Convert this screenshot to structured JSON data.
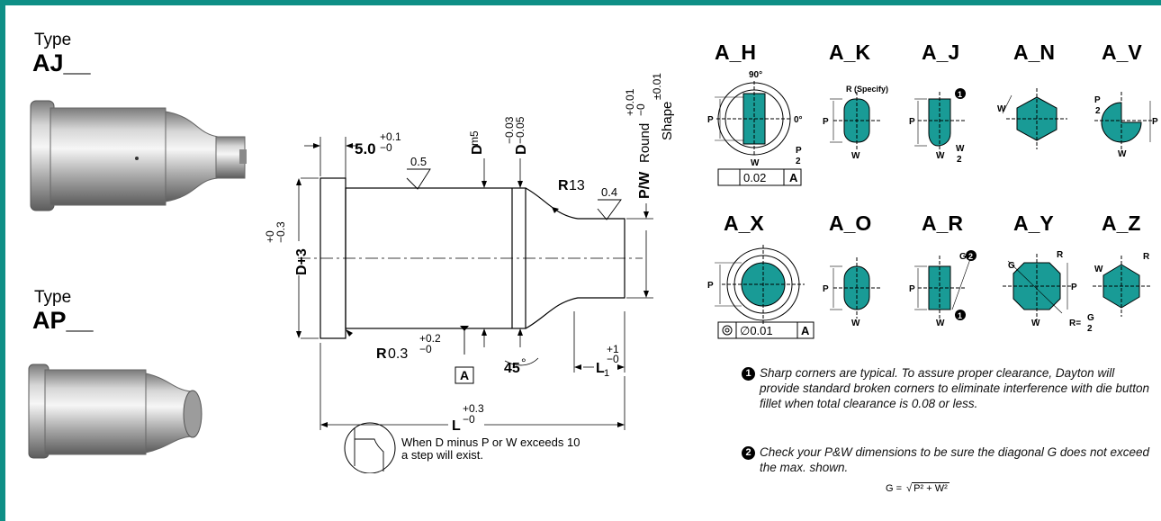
{
  "colors": {
    "frame": "#0f8f86",
    "punch_fill": "#199b96"
  },
  "types": [
    {
      "word": "Type",
      "code": "AJ__"
    },
    {
      "word": "Type",
      "code": "AP__"
    }
  ],
  "drawing": {
    "head_len": "5.0",
    "head_tol_upper": "+0.1",
    "head_tol_lower": "−0",
    "finish_1": "0.5",
    "finish_2": "0.4",
    "d_label": "D",
    "d_fit": "m5",
    "d_tol_upper": "−0.03",
    "d_tol_lower": "−0.05",
    "pw_label": "P/W",
    "round_label": "Round",
    "round_tol_upper": "+0.01",
    "round_tol_lower": "−0",
    "shape_label": "Shape",
    "shape_tol": "±0.01",
    "radius_r": "R",
    "radius_value": "13",
    "d3_label": "D+3",
    "d3_tol_upper": "+0",
    "d3_tol_lower": "−0.3",
    "fillet_r": "R",
    "fillet_value": "0.3",
    "fillet_tol_upper": "+0.2",
    "fillet_tol_lower": "−0",
    "datum": "A",
    "angle_value": "45",
    "angle_unit": "°",
    "l1_label": "L",
    "l1_sub": "1",
    "l1_tol_upper": "+1",
    "l1_tol_lower": "−0",
    "l_label": "L",
    "l_tol_upper": "+0.3",
    "l_tol_lower": "−0",
    "step_note_1": "When D minus P or W exceeds 10",
    "step_note_2": "a step will exist."
  },
  "shapes": {
    "a_h": "A_H",
    "a_k": "A_K",
    "a_j": "A_J",
    "a_n": "A_N",
    "a_v": "A_V",
    "a_x": "A_X",
    "a_o": "A_O",
    "a_r": "A_R",
    "a_y": "A_Y",
    "a_z": "A_Z",
    "p": "P",
    "w": "W",
    "g": "G",
    "r": "R",
    "two": "2",
    "angle_90": "90°",
    "angle_0": "0°",
    "r_specify": "R (Specify)",
    "r_eq": "R=",
    "flatness_value": "0.02",
    "concentric_value": "∅0.01",
    "datum": "A",
    "marker_1": "1",
    "marker_2": "2"
  },
  "notes": {
    "n1_marker": "1",
    "n1_text": "Sharp corners are typical. To assure proper clearance, Dayton will provide standard broken corners to eliminate interference with die button fillet when total clearance is 0.08 or less.",
    "n2_marker": "2",
    "n2_text": "Check your P&W dimensions to be sure the diagonal G does not exceed the max. shown.",
    "formula_lhs": "G =",
    "formula_rhs": "P² + W²"
  }
}
